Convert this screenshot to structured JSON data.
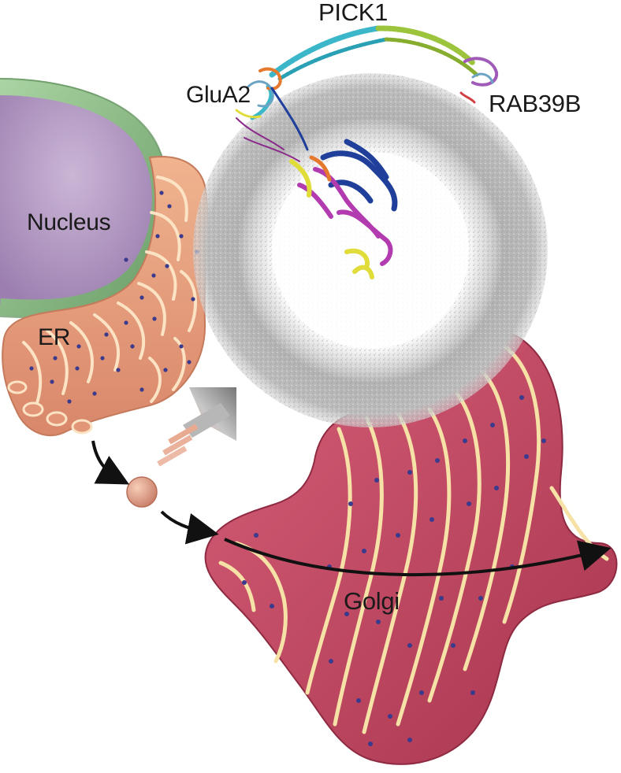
{
  "labels": {
    "pick1": "PICK1",
    "glua2": "GluA2",
    "rab39b": "RAB39B",
    "nucleus": "Nucleus",
    "er": "ER",
    "golgi": "Golgi"
  },
  "colors": {
    "nucleus": "#b59ac4",
    "nuclear_envelope": "#8fbf8a",
    "er": "#e8a27f",
    "er_outline": "#fbe3c4",
    "golgi": "#c94a63",
    "golgi_outline": "#f6e2a6",
    "ribosome": "#3b3a8c",
    "sphere": "#b9b9b9",
    "pick1_cyan": "#3bb7c9",
    "pick1_green": "#9cc43c",
    "arrow": "#111111"
  }
}
